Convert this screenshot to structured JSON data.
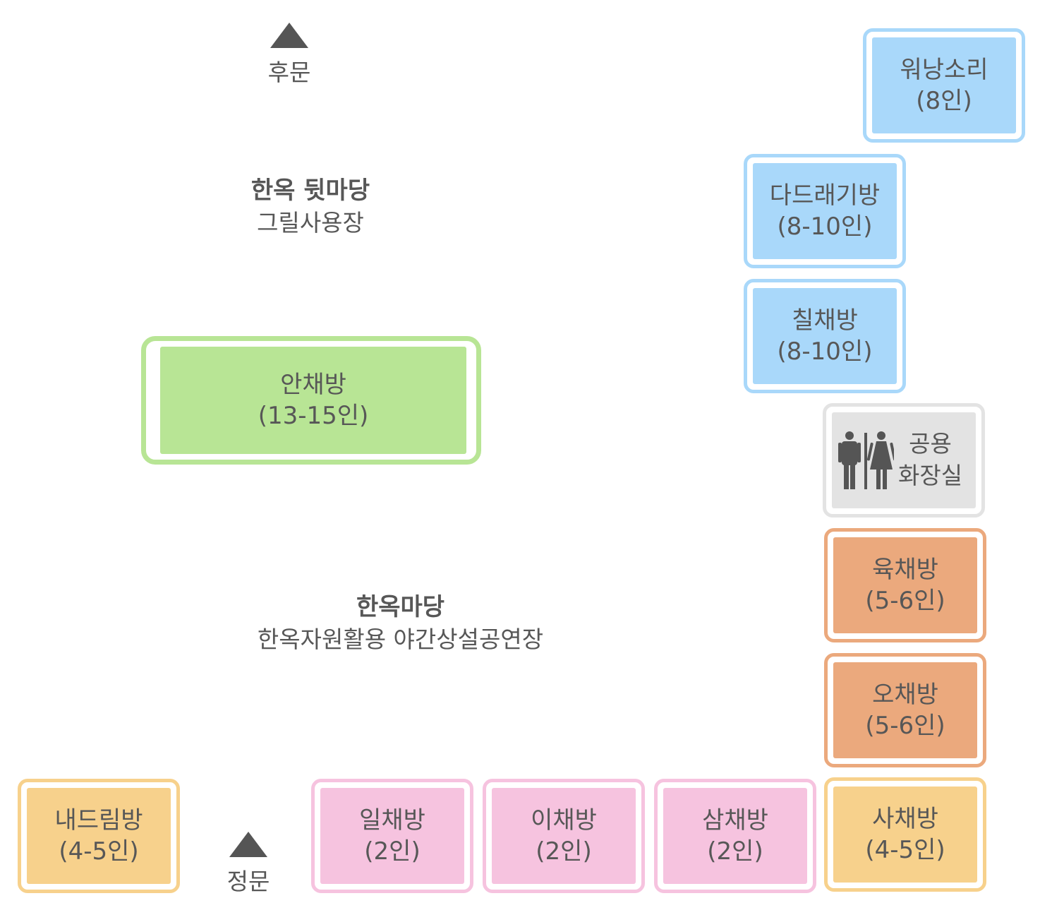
{
  "gates": {
    "back": "후문",
    "front": "정문"
  },
  "areas": {
    "back_yard": {
      "title": "한옥 뒷마당",
      "subtitle": "그릴사용장"
    },
    "yard": {
      "title": "한옥마당",
      "subtitle": "한옥자원활용 야간상설공연장"
    }
  },
  "rooms": {
    "wonangsori": {
      "name": "워낭소리",
      "capacity": "(8인)"
    },
    "dadeuraegi": {
      "name": "다드래기방",
      "capacity": "(8-10인)"
    },
    "chil": {
      "name": "칠채방",
      "capacity": "(8-10인)"
    },
    "anchae": {
      "name": "안채방",
      "capacity": "(13-15인)"
    },
    "restroom": {
      "line1": "공용",
      "line2": "화장실"
    },
    "yuk": {
      "name": "육채방",
      "capacity": "(5-6인)"
    },
    "o": {
      "name": "오채방",
      "capacity": "(5-6인)"
    },
    "naedeurim": {
      "name": "내드림방",
      "capacity": "(4-5인)"
    },
    "il": {
      "name": "일채방",
      "capacity": "(2인)"
    },
    "i": {
      "name": "이채방",
      "capacity": "(2인)"
    },
    "sam": {
      "name": "삼채방",
      "capacity": "(2인)"
    },
    "sa": {
      "name": "사채방",
      "capacity": "(4-5인)"
    }
  },
  "colors": {
    "blue": "#a9d8fa",
    "green": "#b8e595",
    "orange": "#eba97d",
    "yellow": "#f7d18c",
    "pink": "#f6c3df",
    "gray": "#e3e3e3",
    "text": "#575757"
  },
  "icons": {
    "restroom": "restroom-icon",
    "gate": "triangle-up-icon"
  }
}
